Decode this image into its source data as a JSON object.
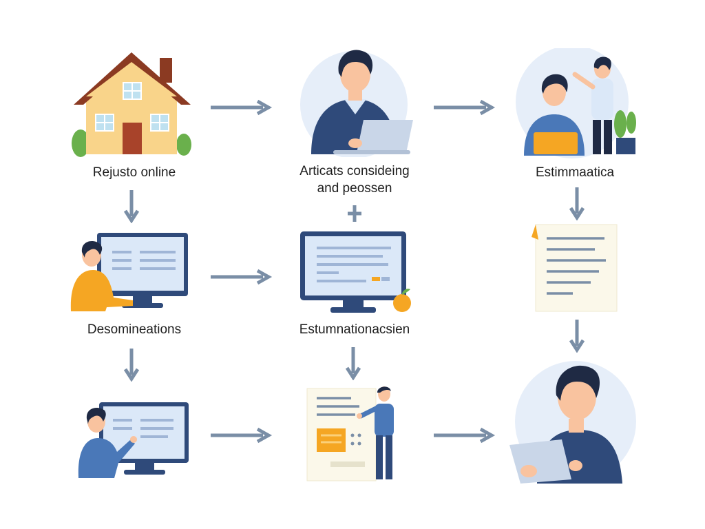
{
  "colors": {
    "arrow": "#7a8ea6",
    "navy": "#2f4a7a",
    "skin": "#f9c39f",
    "hair": "#1f2a44",
    "screen": "#dbe8f8",
    "circle_bg": "#e6eef9",
    "orange": "#f5a623",
    "paper": "#fbf8ea",
    "house_wall": "#f9d48a",
    "roof": "#8b3a22"
  },
  "steps": [
    {
      "id": "request-online",
      "label": "Rejusto online",
      "icon": "house-icon"
    },
    {
      "id": "agent-considering",
      "label_lines": [
        "Articats consideing",
        "and peossen"
      ],
      "icon": "agent-laptop-icon"
    },
    {
      "id": "estimation",
      "label": "Estimmaatica",
      "icon": "meeting-icon"
    },
    {
      "id": "designations",
      "label": "Desomineations",
      "icon": "person-computer-icon"
    },
    {
      "id": "estimation-session",
      "label": "Estumnationacsien",
      "icon": "monitor-icon"
    },
    {
      "id": "document",
      "label": "",
      "icon": "document-icon"
    },
    {
      "id": "working-computer",
      "label": "",
      "icon": "worker-computer-icon"
    },
    {
      "id": "presenting-report",
      "label": "",
      "icon": "presenter-report-icon"
    },
    {
      "id": "tablet-review",
      "label": "",
      "icon": "person-tablet-icon"
    }
  ]
}
